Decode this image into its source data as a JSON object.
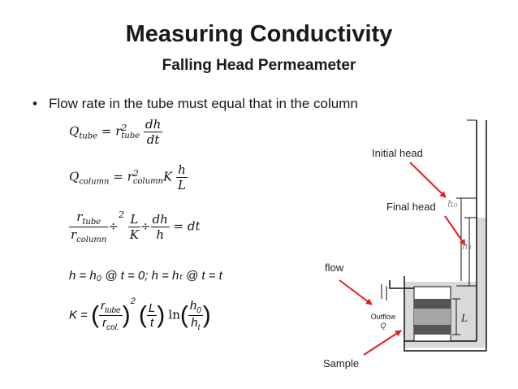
{
  "title": "Measuring Conductivity",
  "subtitle": "Falling Head Permeameter",
  "bullet": "Flow rate in the tube must equal that in the column",
  "equations": {
    "q_tube_symbol": "Q",
    "q_tube_sub": "tube",
    "eq_sign": "=",
    "r": "r",
    "exp2": "2",
    "tube_sub": "tube",
    "dh": "dh",
    "dt": "dt",
    "q_column_sub": "column",
    "column_sub": "column",
    "K": "K",
    "h": "h",
    "L": "L",
    "col_sub": "col.",
    "div": "÷",
    "eq3_rhs": "= dt",
    "eq4": "h = h₀ @ t = 0;  h = hₜ @ t = t",
    "K_eq": "K =",
    "t": "t",
    "ln": "ln",
    "h0": "h",
    "h0_sub": "0",
    "ht_sub": "t"
  },
  "diagram": {
    "initial_head": "Initial head",
    "final_head": "Final head",
    "h0_mark": "h₀",
    "h1_mark": "h₁",
    "flow": "flow",
    "outflow": "Outflow",
    "outflow_q": "Q",
    "L_mark": "L",
    "sample": "Sample"
  },
  "colors": {
    "arrow": "#e0201f",
    "water": "#d9d9d9",
    "sample_dark": "#555555",
    "sample_light": "#a6a6a6"
  }
}
